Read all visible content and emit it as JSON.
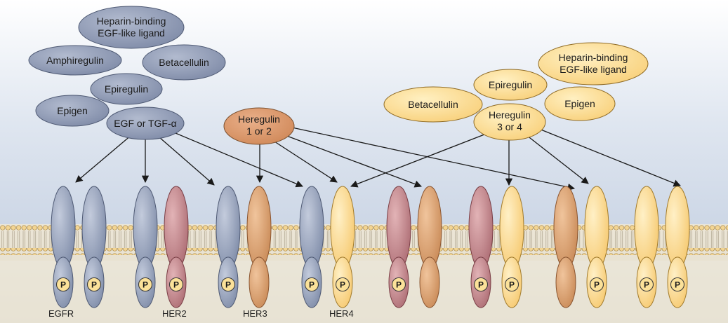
{
  "colors": {
    "blue_receptor": "#9aa6bd",
    "blue_ligand": "#8c98b3",
    "red_receptor": "#c4868c",
    "orange_receptor": "#d9a070",
    "yellow_receptor": "#fbd88e",
    "yellow_ligand": "#fcd88a",
    "phosphate_fill": "#fbe199",
    "membrane_head": "#f2d79a",
    "background_top": "#ffffff",
    "background_mid": "#d9e2ee",
    "cytoplasm": "#e9e3d4"
  },
  "ligands": {
    "heparin_binding_left": "Heparin-binding|EGF-like ligand",
    "amphiregulin": "Amphiregulin",
    "betacellulin_left": "Betacellulin",
    "epiregulin_left": "Epiregulin",
    "epigen_left": "Epigen",
    "egf_tgf": "EGF or TGF-α",
    "heregulin_1_2": "Heregulin|1 or 2",
    "heparin_binding_right": "Heparin-binding|EGF-like ligand",
    "epiregulin_right": "Epiregulin",
    "betacellulin_right": "Betacellulin",
    "epigen_right": "Epigen",
    "heregulin_3_4": "Heregulin|3 or 4"
  },
  "receptor_labels": {
    "egfr": "EGFR",
    "her2": "HER2",
    "her3": "HER3",
    "her4": "HER4"
  },
  "phosphate_label": "P",
  "dimers": [
    {
      "left": "blue",
      "right": "blue",
      "left_p": true,
      "right_p": true
    },
    {
      "left": "blue",
      "right": "red",
      "left_p": true,
      "right_p": true
    },
    {
      "left": "blue",
      "right": "orange",
      "left_p": true,
      "right_p": false
    },
    {
      "left": "blue",
      "right": "yellow",
      "left_p": true,
      "right_p": true
    },
    {
      "left": "red",
      "right": "orange",
      "left_p": true,
      "right_p": false
    },
    {
      "left": "red",
      "right": "yellow",
      "left_p": true,
      "right_p": true
    },
    {
      "left": "orange",
      "right": "yellow",
      "left_p": false,
      "right_p": true
    },
    {
      "left": "yellow",
      "right": "yellow",
      "left_p": true,
      "right_p": true
    }
  ]
}
